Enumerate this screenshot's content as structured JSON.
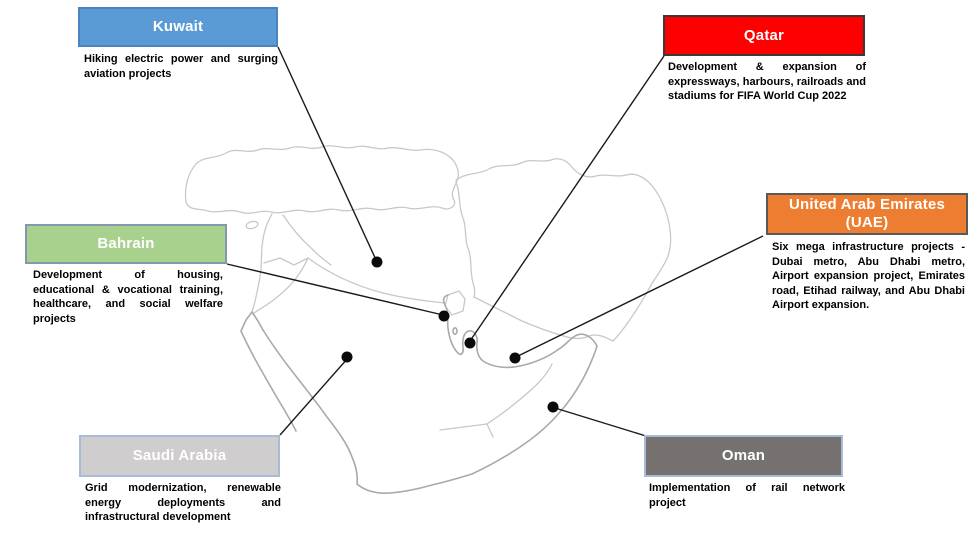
{
  "canvas": {
    "background": "#FFFFFF"
  },
  "map": {
    "name": "Middle East / GCC outline map",
    "border_color": "#C8C8C8",
    "coast_color": "#A9A9A9",
    "marker_color": "#0A0A0A",
    "leader_line_color": "#1A1A1A"
  },
  "countries": [
    {
      "id": "kuwait",
      "label": "Kuwait",
      "description": "Hiking electric power and surging aviation projects",
      "fill": "#5B9BD5",
      "border": "#4A84BE",
      "style": "background-color:#5B9BD5;border-color:#4A84BE"
    },
    {
      "id": "qatar",
      "label": "Qatar",
      "description": "Development & expansion of expressways, harbours, railroads and stadiums for FIFA World Cup 2022",
      "fill": "#FF0000",
      "border": "#3B3838",
      "style": "background-color:#FF0000;border-color:#3B3838"
    },
    {
      "id": "bahrain",
      "label": "Bahrain",
      "description": "Development of housing, educational & vocational training, healthcare, and social welfare projects",
      "fill": "#A9D18E",
      "border": "#8497B0",
      "style": "background-color:#A9D18E;border-color:#8497B0"
    },
    {
      "id": "uae",
      "label": "United Arab Emirates (UAE)",
      "description": "Six mega infrastructure projects - Dubai metro, Abu Dhabi metro, Airport expansion project, Emirates road, Etihad railway, and Abu Dhabi Airport expansion.",
      "fill": "#ED7D31",
      "border": "#595959",
      "style": "background-color:#ED7D31;border-color:#595959"
    },
    {
      "id": "saudi-arabia",
      "label": "Saudi Arabia",
      "description": "Grid modernization, renewable energy deployments and infrastructural development",
      "fill": "#CFCDCD",
      "border": "#A8BCD8",
      "style": "background-color:#CFCDCD;border-color:#A8BCD8"
    },
    {
      "id": "oman",
      "label": "Oman",
      "description": "Implementation of rail network project",
      "fill": "#767171",
      "border": "#A8BCD8",
      "style": "background-color:#767171;border-color:#A8BCD8"
    }
  ]
}
